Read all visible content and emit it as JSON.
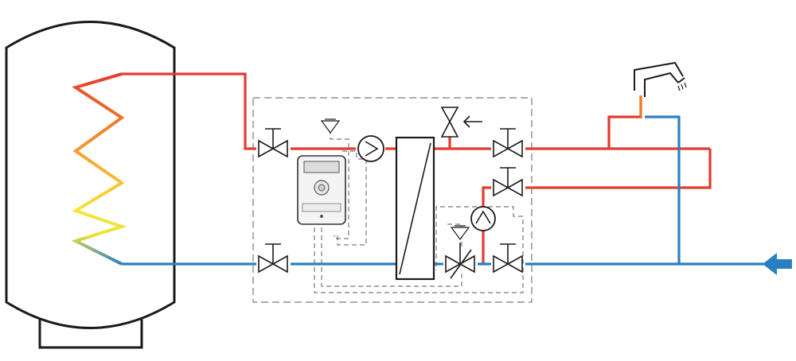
{
  "diagram": {
    "background": "#ffffff",
    "colors": {
      "hot_pipe": "#e63a2e",
      "cold_pipe": "#2a7fc2",
      "outline": "#1a1a1a",
      "dashed_module": "#7a7a7a",
      "coil_gradient": [
        "#e63a2e",
        "#f07a2a",
        "#f6b133",
        "#f7e43a",
        "#e9e23a",
        "#2a7fc2"
      ]
    },
    "components": [
      {
        "name": "storage-tank"
      },
      {
        "name": "heating-coil"
      },
      {
        "name": "transfer-station-module"
      },
      {
        "name": "plate-heat-exchanger"
      },
      {
        "name": "controller-unit"
      },
      {
        "name": "primary-circulation-pump"
      },
      {
        "name": "circulation-pump"
      },
      {
        "name": "thermostatic-mixing-valve"
      },
      {
        "name": "shower-outlet"
      },
      {
        "name": "cold-water-inlet-arrow"
      }
    ],
    "icons": [
      "shower-icon",
      "valve-icon",
      "pump-icon",
      "temperature-sensor-icon",
      "arrow-left-icon"
    ]
  }
}
